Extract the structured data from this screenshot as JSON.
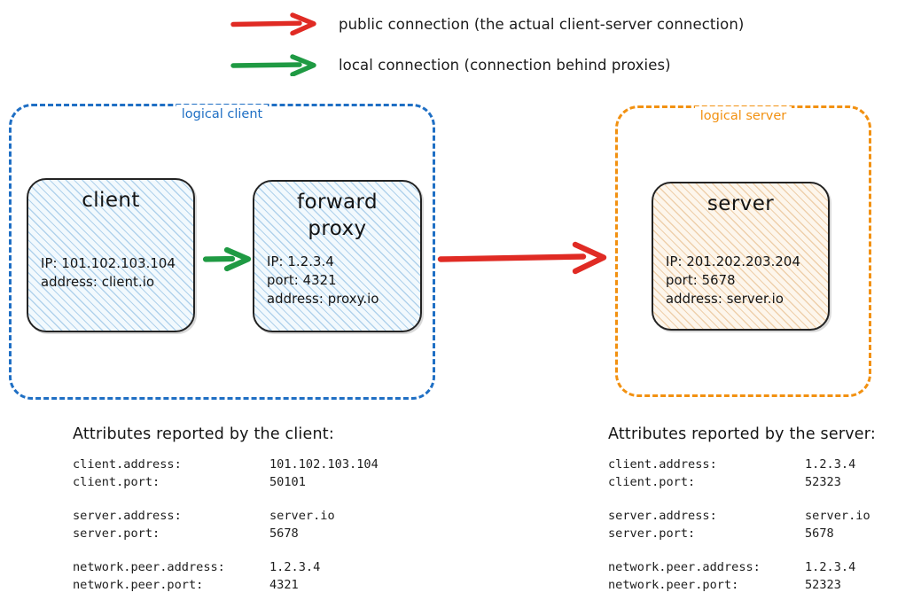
{
  "legend": [
    {
      "id": "public",
      "color": "#e02b24",
      "icon": "arrow-right-icon",
      "label": "public connection (the actual client-server connection)"
    },
    {
      "id": "local",
      "color": "#1f9a43",
      "icon": "arrow-right-icon",
      "label": "local connection (connection behind proxies)"
    }
  ],
  "groups": {
    "client": {
      "label": "logical client",
      "color": "#1f6fc4"
    },
    "server": {
      "label": "logical server",
      "color": "#f29111"
    }
  },
  "nodes": {
    "client": {
      "title": "client",
      "lines": [
        "IP: 101.102.103.104",
        "address: client.io"
      ],
      "fill": "#f2f9fd",
      "hatch": "#7bb2dd"
    },
    "proxy": {
      "title_line1": "forward",
      "title_line2": "proxy",
      "lines": [
        "IP: 1.2.3.4",
        "port: 4321",
        "address: proxy.io"
      ],
      "fill": "#f2f9fd",
      "hatch": "#7bb2dd"
    },
    "server": {
      "title": "server",
      "lines": [
        "IP: 201.202.203.204",
        "port: 5678",
        "address: server.io"
      ],
      "fill": "#fdf6ec",
      "hatch": "#e2b076"
    }
  },
  "connections": {
    "client_to_proxy": {
      "type": "local",
      "color": "#1f9a43"
    },
    "proxy_to_server": {
      "type": "public",
      "color": "#e02b24"
    }
  },
  "attributes": {
    "client": {
      "heading": "Attributes reported by the client:",
      "rows": [
        {
          "key": "client.address:",
          "value": "101.102.103.104"
        },
        {
          "key": "client.port:",
          "value": "50101"
        },
        {
          "key": "",
          "value": ""
        },
        {
          "key": "server.address:",
          "value": "server.io"
        },
        {
          "key": "server.port:",
          "value": "5678"
        },
        {
          "key": "",
          "value": ""
        },
        {
          "key": "network.peer.address:",
          "value": "1.2.3.4"
        },
        {
          "key": "network.peer.port:",
          "value": "4321"
        }
      ]
    },
    "server": {
      "heading": "Attributes reported by the server:",
      "rows": [
        {
          "key": "client.address:",
          "value": "1.2.3.4"
        },
        {
          "key": "client.port:",
          "value": "52323"
        },
        {
          "key": "",
          "value": ""
        },
        {
          "key": "server.address:",
          "value": "server.io"
        },
        {
          "key": "server.port:",
          "value": "5678"
        },
        {
          "key": "",
          "value": ""
        },
        {
          "key": "network.peer.address:",
          "value": "1.2.3.4"
        },
        {
          "key": "network.peer.port:",
          "value": "52323"
        }
      ]
    }
  }
}
